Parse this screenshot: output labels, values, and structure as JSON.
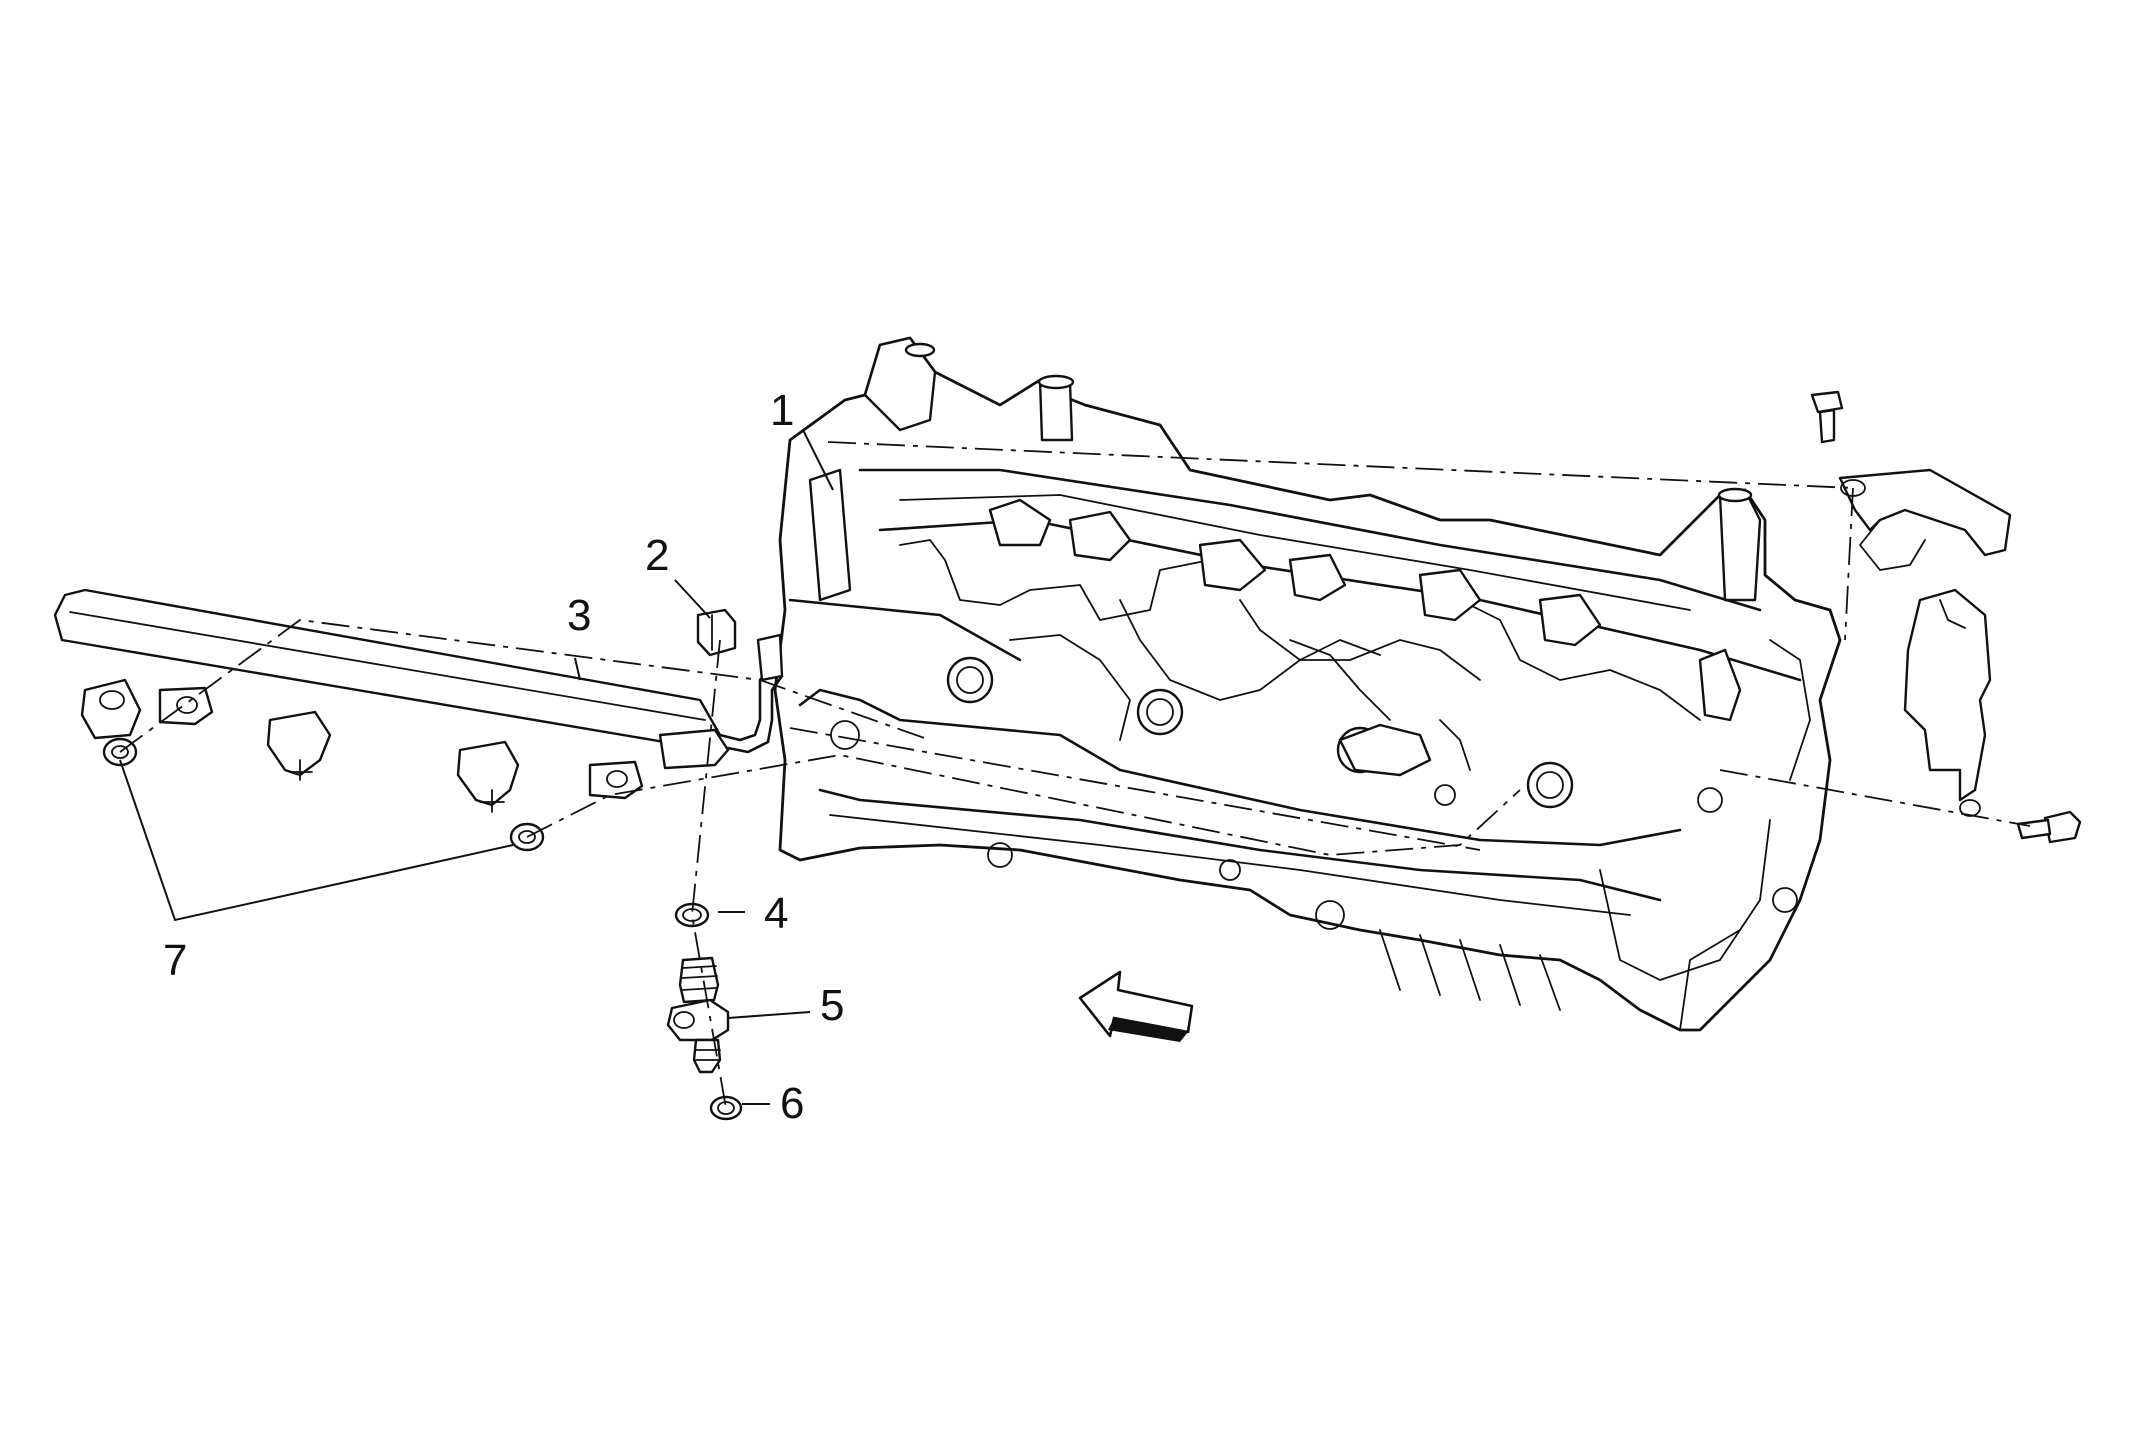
{
  "diagram": {
    "callouts": [
      {
        "id": "1",
        "text": "1",
        "part": "cylinder-head"
      },
      {
        "id": "2",
        "text": "2",
        "part": "fuel-rail-clip"
      },
      {
        "id": "3",
        "text": "3",
        "part": "fuel-rail"
      },
      {
        "id": "4",
        "text": "4",
        "part": "upper-seal-ring"
      },
      {
        "id": "5",
        "text": "5",
        "part": "fuel-injector"
      },
      {
        "id": "6",
        "text": "6",
        "part": "lower-seal-ring"
      },
      {
        "id": "7",
        "text": "7",
        "part": "fuel-rail-bolts"
      }
    ],
    "direction_arrow": "front-arrow-icon"
  }
}
